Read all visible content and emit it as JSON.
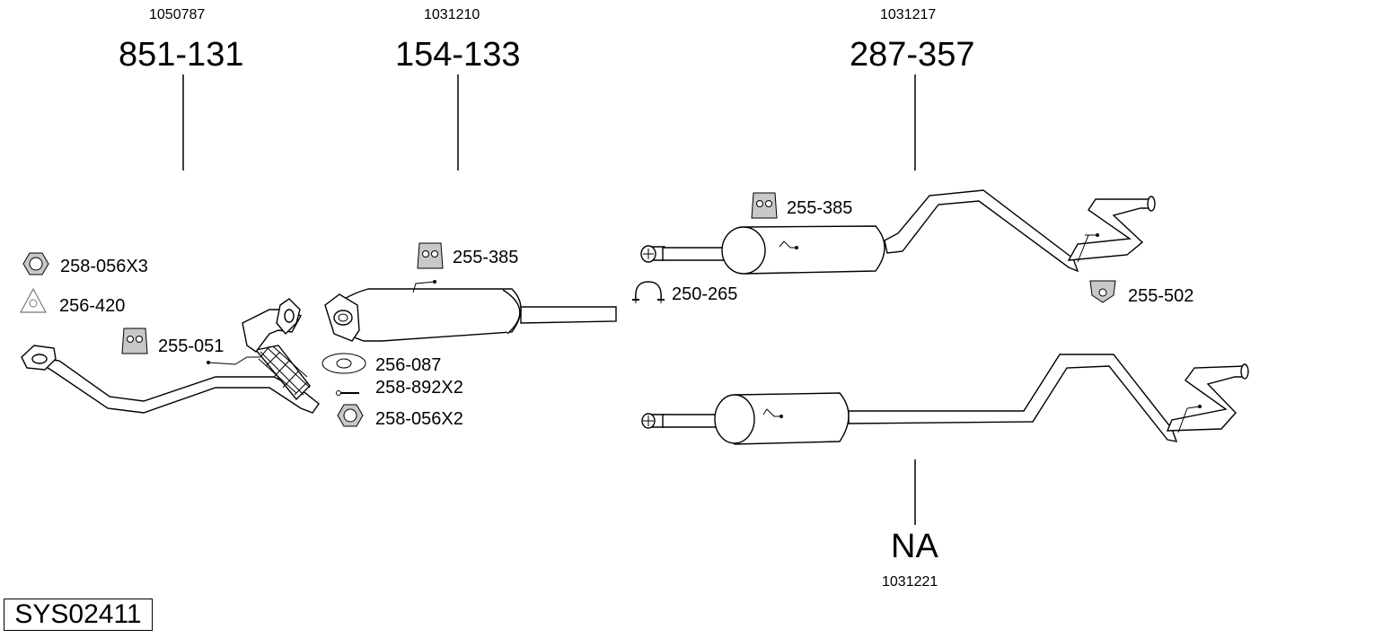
{
  "system_id": "SYS02411",
  "assemblies": [
    {
      "code": "1050787",
      "part": "851-131"
    },
    {
      "code": "1031210",
      "part": "154-133"
    },
    {
      "code": "1031217",
      "part": "287-357"
    },
    {
      "code": "1031221",
      "part": "NA"
    }
  ],
  "parts": [
    {
      "label": "258-056X3",
      "icon": "hex-nut-icon"
    },
    {
      "label": "256-420",
      "icon": "triangle-gasket-icon"
    },
    {
      "label": "255-051",
      "icon": "rubber-hanger-icon"
    },
    {
      "label": "255-385",
      "icon": "rubber-hanger-icon"
    },
    {
      "label": "256-087",
      "icon": "flange-gasket-icon"
    },
    {
      "label": "258-892X2",
      "icon": "bolt-icon"
    },
    {
      "label": "258-056X2",
      "icon": "hex-nut-icon"
    },
    {
      "label": "255-385",
      "icon": "rubber-hanger-icon"
    },
    {
      "label": "250-265",
      "icon": "pipe-clamp-icon"
    },
    {
      "label": "255-502",
      "icon": "rubber-mount-icon"
    }
  ]
}
